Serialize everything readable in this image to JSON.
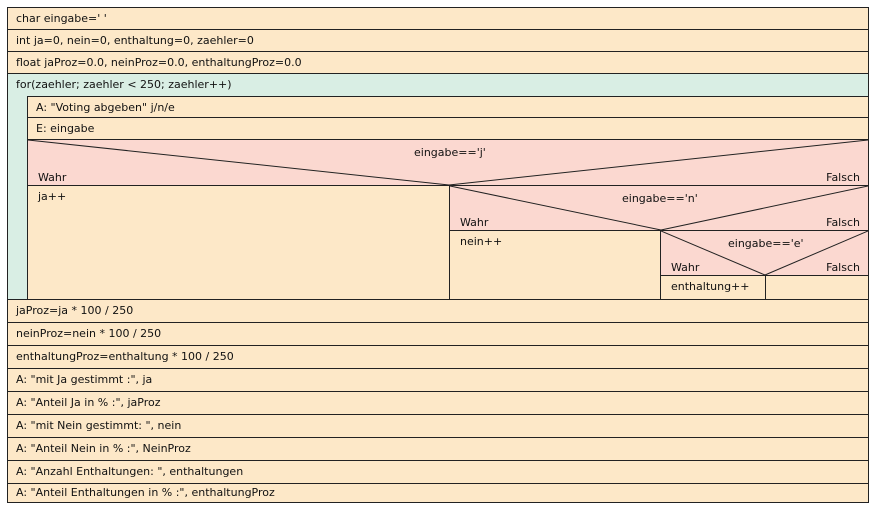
{
  "top_statements": [
    "char eingabe=' '",
    "int ja=0, nein=0, enthaltung=0, zaehler=0",
    "float jaProz=0.0, neinProz=0.0, enthaltungProz=0.0"
  ],
  "loop": {
    "header": "for(zaehler; zaehler < 250; zaehler++)",
    "body_statements": [
      "A: \"Voting abgeben\" j/n/e",
      "E: eingabe"
    ],
    "decision1": {
      "condition": "eingabe=='j'",
      "true_label": "Wahr",
      "false_label": "Falsch",
      "true_action": "ja++"
    },
    "decision2": {
      "condition": "eingabe=='n'",
      "true_label": "Wahr",
      "false_label": "Falsch",
      "true_action": "nein++"
    },
    "decision3": {
      "condition": "eingabe=='e'",
      "true_label": "Wahr",
      "false_label": "Falsch",
      "true_action": "enthaltung++",
      "false_action": ""
    }
  },
  "bottom_statements": [
    "jaProz=ja * 100 / 250",
    "neinProz=nein * 100 / 250",
    "enthaltungProz=enthaltung * 100 / 250",
    "A: \"mit Ja gestimmt :\", ja",
    "A: \"Anteil Ja in % :\", jaProz",
    "A: \"mit Nein gestimmt: \", nein",
    "A: \"Anteil Nein in % :\", NeinProz",
    "A: \"Anzahl Enthaltungen: \", enthaltungen",
    "A: \"Anteil Enthaltungen in % :\", enthaltungProz"
  ],
  "colors": {
    "statement": "#fde8c8",
    "loop": "#d9eee4",
    "condition": "#fbd8d0",
    "border": "#222222"
  }
}
